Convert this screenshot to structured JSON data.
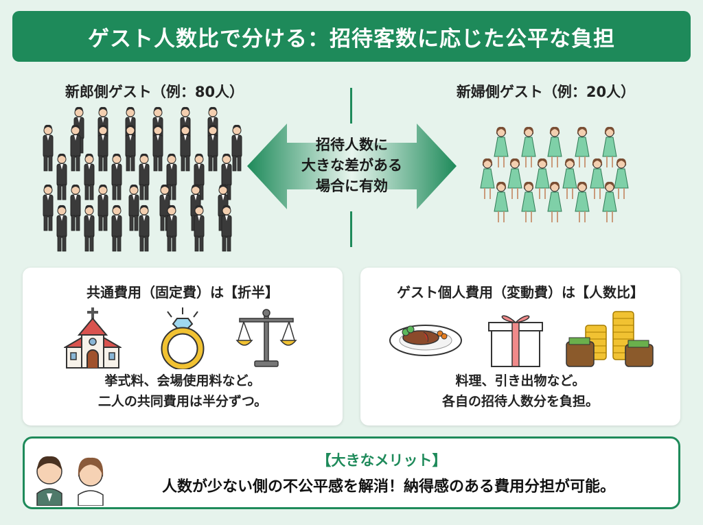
{
  "title": "ゲスト人数比で分ける：招待客数に応じた公平な負担",
  "groom_side": {
    "label": "新郎側ゲスト（例：80人）",
    "count": 80
  },
  "bride_side": {
    "label": "新婦側ゲスト（例：20人）",
    "count": 20
  },
  "arrow": {
    "lines": [
      "招待人数に",
      "大きな差がある",
      "場合に有効"
    ]
  },
  "fixed_costs": {
    "title": "共通費用（固定費）は【折半】",
    "icons": [
      "chapel-icon",
      "ring-icon",
      "scales-icon"
    ],
    "lines": [
      "挙式料、会場使用料など。",
      "二人の共同費用は半分ずつ。"
    ]
  },
  "variable_costs": {
    "title": "ゲスト個人費用（変動費）は【人数比】",
    "icons": [
      "meal-plate-icon",
      "gift-box-icon",
      "coins-wallet-icon"
    ],
    "lines": [
      "料理、引き出物など。",
      "各自の招待人数分を負担。"
    ]
  },
  "merit": {
    "title": "【大きなメリット】",
    "text": "人数が少ない側の不公平感を解消！納得感のある費用分担が可能。"
  },
  "colors": {
    "accent": "#1e8a5a",
    "background": "#e6f3ec",
    "suit": "#3a3a3a",
    "dress": "#7fd0a8"
  }
}
